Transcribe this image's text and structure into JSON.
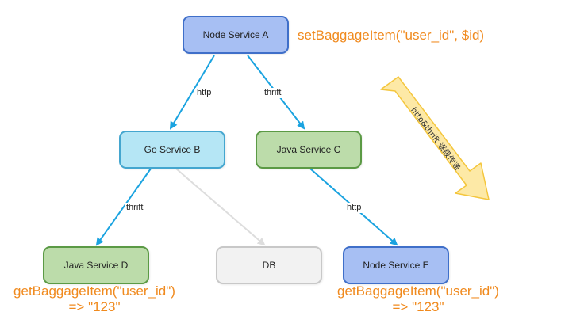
{
  "colors": {
    "edge": "#1aa3e0",
    "db_edge": "#dddddd",
    "annotation": "#f08a1e",
    "blue_fill": "#a7bff3",
    "blue_border": "#3f6fc9",
    "cyan_fill": "#b5e6f5",
    "cyan_border": "#44a6cf",
    "green_fill": "#bcdcaa",
    "green_border": "#5b9a45",
    "gray_fill": "#f2f2f2",
    "gray_border": "#c8c8c8",
    "arrow_fill": "#fde9a6",
    "arrow_border": "#f4c63d"
  },
  "nodes": {
    "a": {
      "label": "Node Service A"
    },
    "b": {
      "label": "Go Service B"
    },
    "c": {
      "label": "Java Service C"
    },
    "d": {
      "label": "Java Service D"
    },
    "db": {
      "label": "DB"
    },
    "e": {
      "label": "Node Service E"
    }
  },
  "edges": {
    "a_b": "http",
    "a_c": "thrift",
    "b_d": "thrift",
    "c_e": "http"
  },
  "annotations": {
    "set_baggage": "setBaggageItem(\"user_id\", $id)",
    "get_d_line1": "getBaggageItem(\"user_id\")",
    "get_d_line2": "=> \"123\"",
    "get_e_line1": "getBaggageItem(\"user_id\")",
    "get_e_line2": "=> \"123\""
  },
  "propagation_arrow": {
    "label": "http&thrift 逐级传递"
  }
}
